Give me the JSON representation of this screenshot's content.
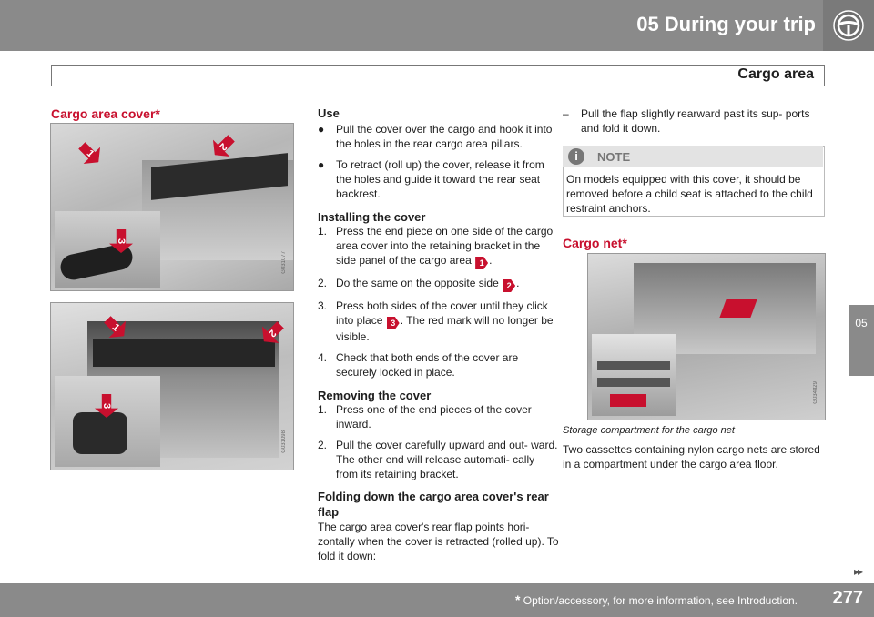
{
  "header": {
    "chapter_title": "05 During your trip",
    "section_title": "Cargo area",
    "icon": "steering-wheel-icon",
    "side_tab": "05"
  },
  "left": {
    "heading": "Cargo area cover*",
    "image1_code": "G031077",
    "image2_code": "G031098",
    "image1_markers": [
      "1",
      "2",
      "3"
    ],
    "image2_markers": [
      "1",
      "2",
      "3"
    ]
  },
  "middle": {
    "use_heading": "Use",
    "use_items": [
      "Pull the cover over the cargo and hook it into the holes in the rear cargo area pillars.",
      "To retract (roll up) the cover, release it from the holes and guide it toward the rear seat backrest."
    ],
    "install_heading": "Installing the cover",
    "install_steps": [
      {
        "num": "1.",
        "before": "Press the end piece on one side of the cargo area cover into the retaining bracket in the side panel of the cargo area ",
        "badge": "1",
        "after": "."
      },
      {
        "num": "2.",
        "before": "Do the same on the opposite side ",
        "badge": "2",
        "after": "."
      },
      {
        "num": "3.",
        "before": "Press both sides of the cover until they click into place ",
        "badge": "3",
        "after": ". The red mark will no longer be visible."
      },
      {
        "num": "4.",
        "before": "Check that both ends of the cover are securely locked in place.",
        "badge": "",
        "after": ""
      }
    ],
    "remove_heading": "Removing the cover",
    "remove_steps": [
      {
        "num": "1.",
        "text": "Press one of the end pieces of the cover inward."
      },
      {
        "num": "2.",
        "text": "Pull the cover carefully upward and out- ward. The other end will release automati- cally from its retaining bracket."
      }
    ],
    "fold_heading": "Folding down the cargo area cover's rear flap",
    "fold_text": "The cargo area cover's rear flap points hori- zontally when the cover is retracted (rolled up). To fold it down:"
  },
  "right": {
    "dash_item": "Pull the flap slightly rearward past its sup- ports and fold it down.",
    "dash_marker": "–",
    "note_label": "NOTE",
    "note_text": "On models equipped with this cover, it should be removed before a child seat is attached to the child restraint anchors.",
    "cargo_net_heading": "Cargo net*",
    "image3_code": "G034829",
    "caption": "Storage compartment for the cargo net",
    "body": "Two cassettes containing nylon cargo nets are stored in a compartment under the cargo area floor."
  },
  "footer": {
    "star": "*",
    "note": "Option/accessory, for more information, see Introduction.",
    "page": "277",
    "next_arrows": "▸▸"
  },
  "colors": {
    "accent_red": "#c8102e",
    "band_gray": "#8a8a8a"
  }
}
